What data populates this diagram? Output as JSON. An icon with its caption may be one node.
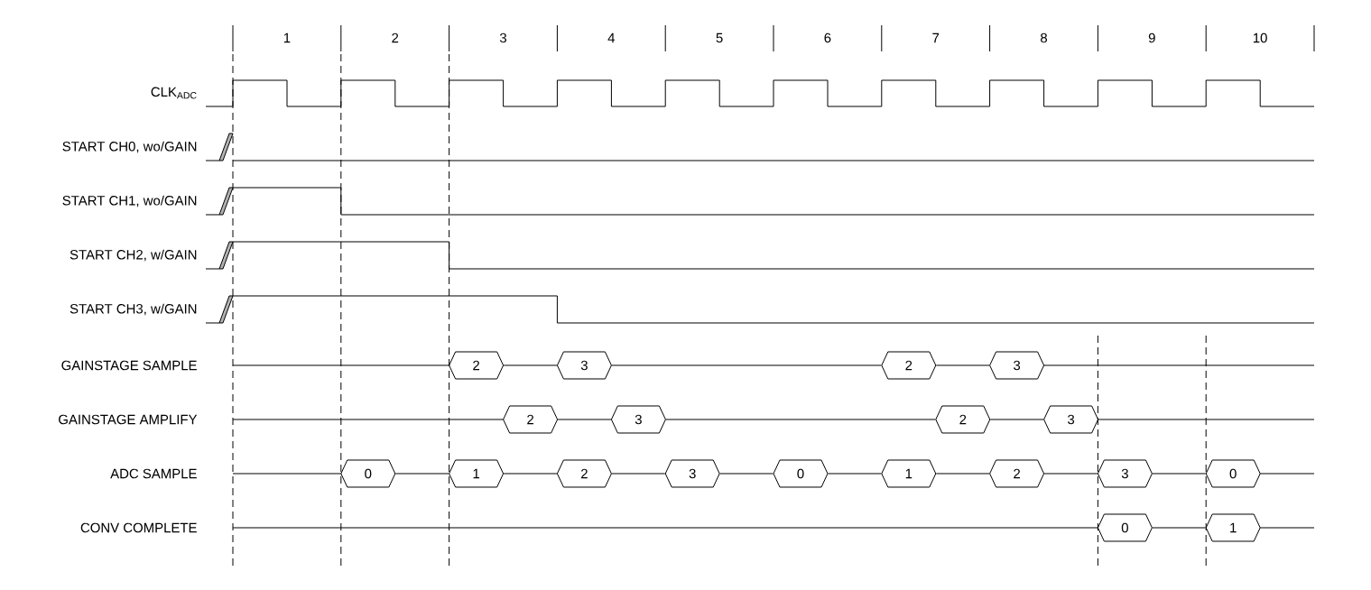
{
  "diagram": {
    "nodes": [
      {
        "text": [
          "2"
        ]
      },
      {
        "text": [
          "3"
        ]
      },
      {
        "text": [
          "2"
        ]
      },
      {
        "text": [
          "3"
        ]
      },
      {
        "text": [
          "2"
        ]
      },
      {
        "text": [
          "3"
        ]
      },
      {
        "text": [
          "2"
        ]
      },
      {
        "text": [
          "3"
        ]
      },
      {
        "text": [
          "0"
        ]
      },
      {
        "text": [
          "1"
        ]
      },
      {
        "text": [
          "2"
        ]
      },
      {
        "text": [
          "3"
        ]
      },
      {
        "text": [
          "0"
        ]
      },
      {
        "text": [
          "1"
        ]
      },
      {
        "text": [
          "2"
        ]
      },
      {
        "text": [
          "3"
        ]
      },
      {
        "text": [
          "0"
        ]
      },
      {
        "text": [
          "0"
        ]
      },
      {
        "text": [
          "1"
        ]
      }
    ],
    "edges": [
      {
        "from": 0,
        "to": 1,
        "arrow": "none"
      },
      {
        "from": 1,
        "to": 2,
        "arrow": "none"
      },
      {
        "from": 2,
        "to": 3,
        "arrow": "none"
      },
      {
        "from": 4,
        "to": 5,
        "arrow": "none"
      },
      {
        "from": 5,
        "to": 6,
        "arrow": "none"
      },
      {
        "from": 6,
        "to": 7,
        "arrow": "none"
      },
      {
        "from": 8,
        "to": 9,
        "arrow": "none"
      },
      {
        "from": 9,
        "to": 10,
        "arrow": "none"
      },
      {
        "from": 10,
        "to": 11,
        "arrow": "none"
      },
      {
        "from": 11,
        "to": 12,
        "arrow": "none"
      },
      {
        "from": 12,
        "to": 13,
        "arrow": "none"
      },
      {
        "from": 13,
        "to": 14,
        "arrow": "none"
      },
      {
        "from": 14,
        "to": 15,
        "arrow": "none"
      },
      {
        "from": 15,
        "to": 16,
        "arrow": "none"
      },
      {
        "from": 17,
        "to": 18,
        "arrow": "none"
      }
    ],
    "labels": [
      "1",
      "2",
      "3",
      "4",
      "5",
      "6",
      "7",
      "8",
      "9",
      "10",
      "CLK$_{ADC}$",
      "START CH0, wo/GAIN",
      "START CH1, wo/GAIN",
      "START CH2, w/GAIN",
      "START CH3, w/GAIN",
      "GAINSTAGE SAMPLE",
      "GAINSTAGE AMPLIFY",
      "ADC SAMPLE",
      "CONV COMPLETE"
    ]
  }
}
